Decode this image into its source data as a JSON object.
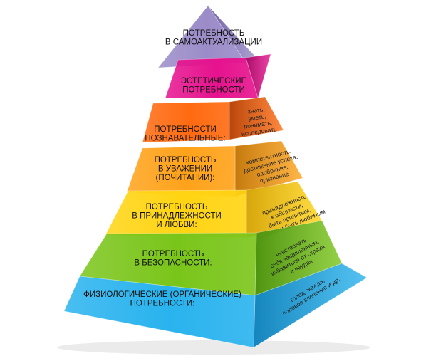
{
  "pyramid": {
    "levels": [
      {
        "id": "self-actualization",
        "front": [
          "ПОТРЕБНОСТЬ",
          "В САМОАКТУАЛИЗАЦИИ"
        ],
        "side": [],
        "colors": {
          "front": "#9b8cc8",
          "side": "#6e5fa3"
        }
      },
      {
        "id": "aesthetic",
        "front": [
          "ЭСТЕТИЧЕСКИЕ",
          "ПОТРЕБНОСТИ"
        ],
        "side": [],
        "colors": {
          "front": "#e6128e",
          "side": "#a80d68"
        }
      },
      {
        "id": "cognitive",
        "front": [
          "ПОТРЕБНОСТИ",
          "ПОЗНАВАТЕЛЬНЫЕ:"
        ],
        "side": [
          "знать,",
          "уметь,",
          "понимать,",
          "исследовать"
        ],
        "colors": {
          "front": "#ff6a10",
          "side": "#b8460a"
        }
      },
      {
        "id": "esteem",
        "front": [
          "ПОТРЕБНОСТЬ",
          "В УВАЖЕНИИ",
          "(ПОЧИТАНИИ):"
        ],
        "side": [
          "компетентность,",
          "достижение успеха,",
          "одобрение,",
          "признание"
        ],
        "colors": {
          "front": "#ffa21a",
          "side": "#c57a0d"
        }
      },
      {
        "id": "belonging",
        "front": [
          "ПОТРЕБНОСТЬ",
          "В ПРИНАДЛЕЖНОСТИ",
          "И ЛЮБВИ:"
        ],
        "side": [
          "принадлежность",
          "к общности,",
          "быть принятым,",
          "любить и быть любимым"
        ],
        "colors": {
          "front": "#ffd412",
          "side": "#d7a60c"
        }
      },
      {
        "id": "safety",
        "front": [
          "ПОТРЕБНОСТЬ",
          "В БЕЗОПАСНОСТИ:"
        ],
        "side": [
          "чувствовать",
          "себя защищенным,",
          "избавиться от страха",
          "и неудач"
        ],
        "colors": {
          "front": "#7ac51a",
          "side": "#4f9410"
        }
      },
      {
        "id": "physiological",
        "front": [
          "ФИЗИОЛОГИЧЕСКИЕ (ОРГАНИЧЕСКИЕ)",
          "ПОТРЕБНОСТИ:"
        ],
        "side": [
          "голод, жажда,",
          "половое влечение и др."
        ],
        "colors": {
          "front": "#29b3ee",
          "side": "#1585bd"
        }
      }
    ]
  }
}
